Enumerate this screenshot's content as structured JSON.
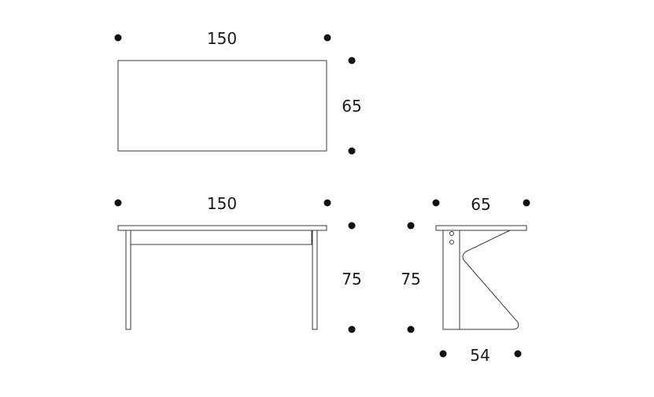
{
  "colors": {
    "line": "#3a3a3a",
    "dot": "#111111",
    "text": "#1a1a1a",
    "background": "#ffffff"
  },
  "top_view": {
    "width_label": "150",
    "depth_label": "65"
  },
  "front_view": {
    "width_label": "150",
    "height_label": "75"
  },
  "side_view": {
    "depth_label": "65",
    "height_label": "75",
    "base_label": "54"
  }
}
